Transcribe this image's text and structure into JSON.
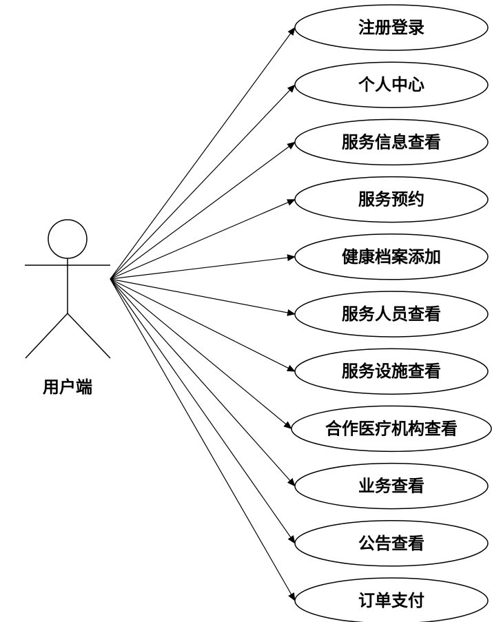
{
  "actor": {
    "label": "用户端"
  },
  "use_cases": [
    {
      "label": "注册登录"
    },
    {
      "label": "个人中心"
    },
    {
      "label": "服务信息查看"
    },
    {
      "label": "服务预约"
    },
    {
      "label": "健康档案添加"
    },
    {
      "label": "服务人员查看"
    },
    {
      "label": "服务设施查看"
    },
    {
      "label": "合作医疗机构查看"
    },
    {
      "label": "业务查看"
    },
    {
      "label": "公告查看"
    },
    {
      "label": "订单支付"
    }
  ],
  "colors": {
    "stroke": "#000000",
    "background": "#ffffff"
  }
}
